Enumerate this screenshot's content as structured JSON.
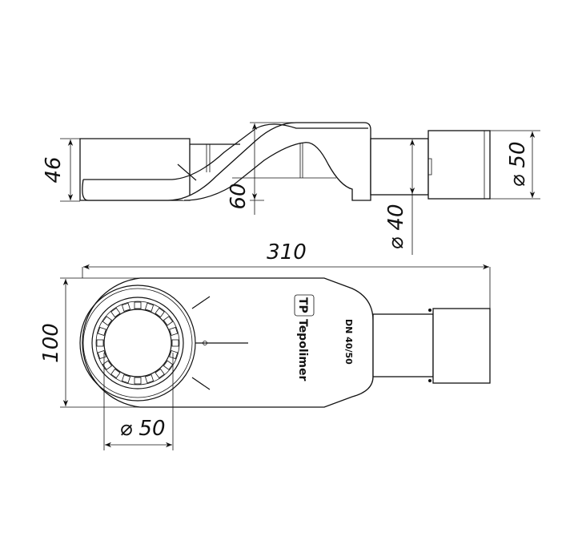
{
  "drawing": {
    "side_view": {
      "dim_height_left": "46",
      "dim_height_total": "60",
      "dim_pipe_diameter": "⌀ 40",
      "dim_coupling_diameter": "⌀ 50"
    },
    "top_view": {
      "dim_length": "310",
      "dim_width": "100",
      "dim_outlet_diameter": "⌀ 50",
      "brand_logo_text": "Tepolimer",
      "brand_logo_mark": "TP",
      "model_label": "DN 40/50"
    }
  }
}
